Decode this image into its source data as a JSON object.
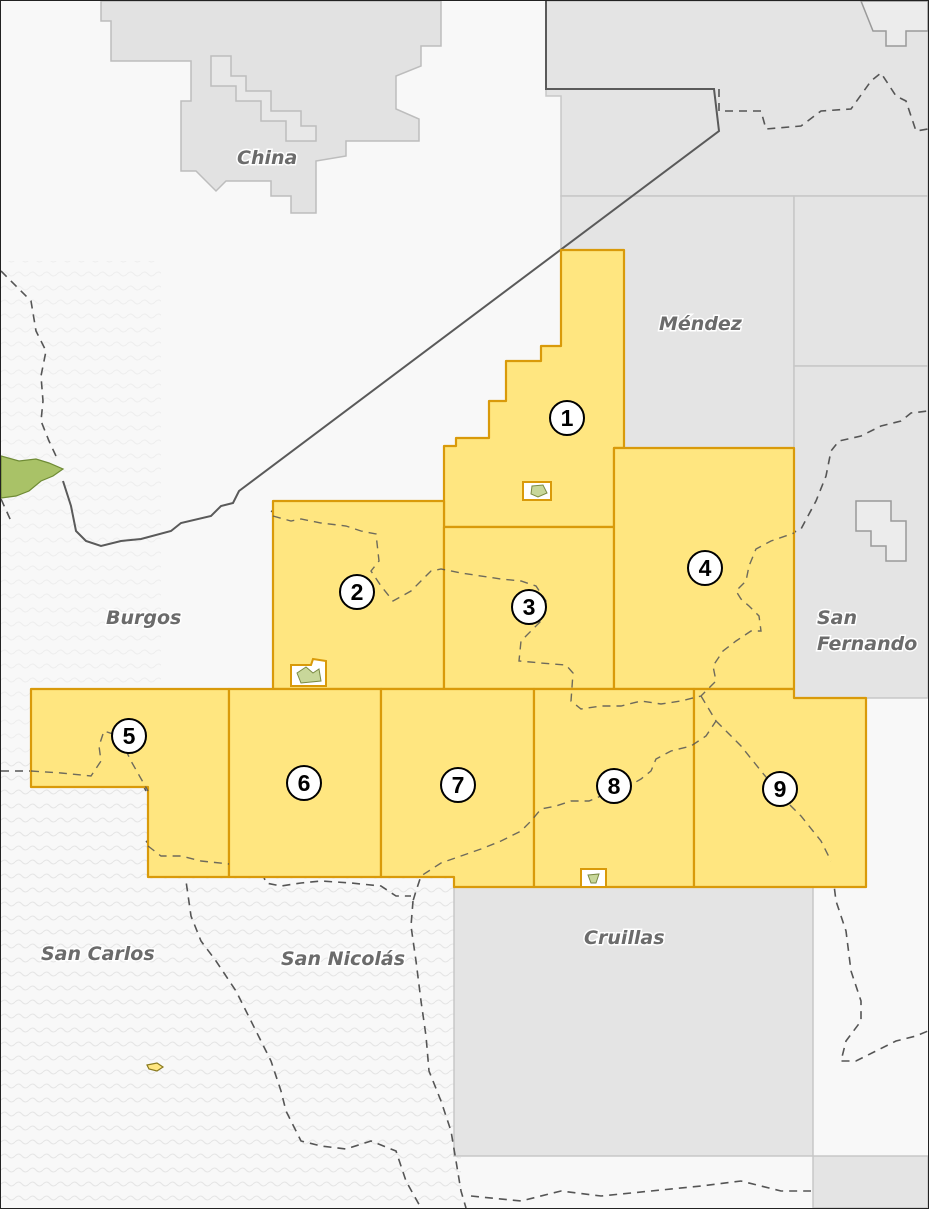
{
  "colors": {
    "block_fill": "#ffe680",
    "block_stroke": "#d99a0a",
    "municipality_fill": "#e4e4e4",
    "municipality_stroke": "#c7c7c7",
    "background": "#f8f8f8",
    "relief": "#e6e6e6",
    "green_area": "#9dbb5a",
    "state_boundary": "#555555",
    "dashed_boundary": "#555555"
  },
  "places": [
    {
      "id": "china",
      "label": "China"
    },
    {
      "id": "mendez",
      "label": "Méndez"
    },
    {
      "id": "burgos",
      "label": "Burgos"
    },
    {
      "id": "san-fernando",
      "label": "San Fernando"
    },
    {
      "id": "san-carlos",
      "label": "San Carlos"
    },
    {
      "id": "san-nicolas",
      "label": "San Nicolás"
    },
    {
      "id": "cruillas",
      "label": "Cruillas"
    }
  ],
  "blocks": [
    {
      "label": "1"
    },
    {
      "label": "2"
    },
    {
      "label": "3"
    },
    {
      "label": "4"
    },
    {
      "label": "5"
    },
    {
      "label": "6"
    },
    {
      "label": "7"
    },
    {
      "label": "8"
    },
    {
      "label": "9"
    }
  ],
  "icons": [
    "legend-marker-circle-icon"
  ]
}
